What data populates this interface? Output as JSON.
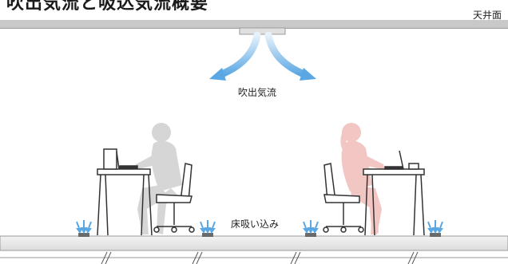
{
  "title": "吹出気流と吸込気流概要",
  "labels": {
    "ceiling": "天井面",
    "outlet_airflow": "吹出気流",
    "floor_intake": "床吸い込み"
  },
  "colors": {
    "ceiling": "#c9c9c9",
    "floor": "#e8e8e8",
    "airflow_blue": "#7fb6e6",
    "person_left": "#d6d6d6",
    "person_right": "#f2c7c3",
    "desk": "#333333"
  }
}
